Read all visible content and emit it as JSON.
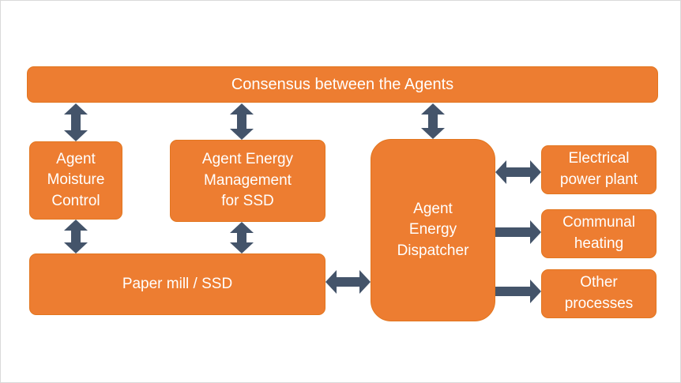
{
  "title_bar": "Consensus between the Agents",
  "nodes": {
    "moisture_control": "Agent Moisture Control",
    "energy_management": "Agent Energy Management for SSD",
    "energy_dispatcher": "Agent Energy Dispatcher",
    "paper_mill": "Paper mill / SSD",
    "electrical_plant": "Electrical power plant",
    "communal_heating": "Communal heating",
    "other_processes": "Other processes"
  },
  "colors": {
    "node_fill": "#ED7D31",
    "arrow": "#44546A",
    "node_text": "#FFFFFF"
  }
}
